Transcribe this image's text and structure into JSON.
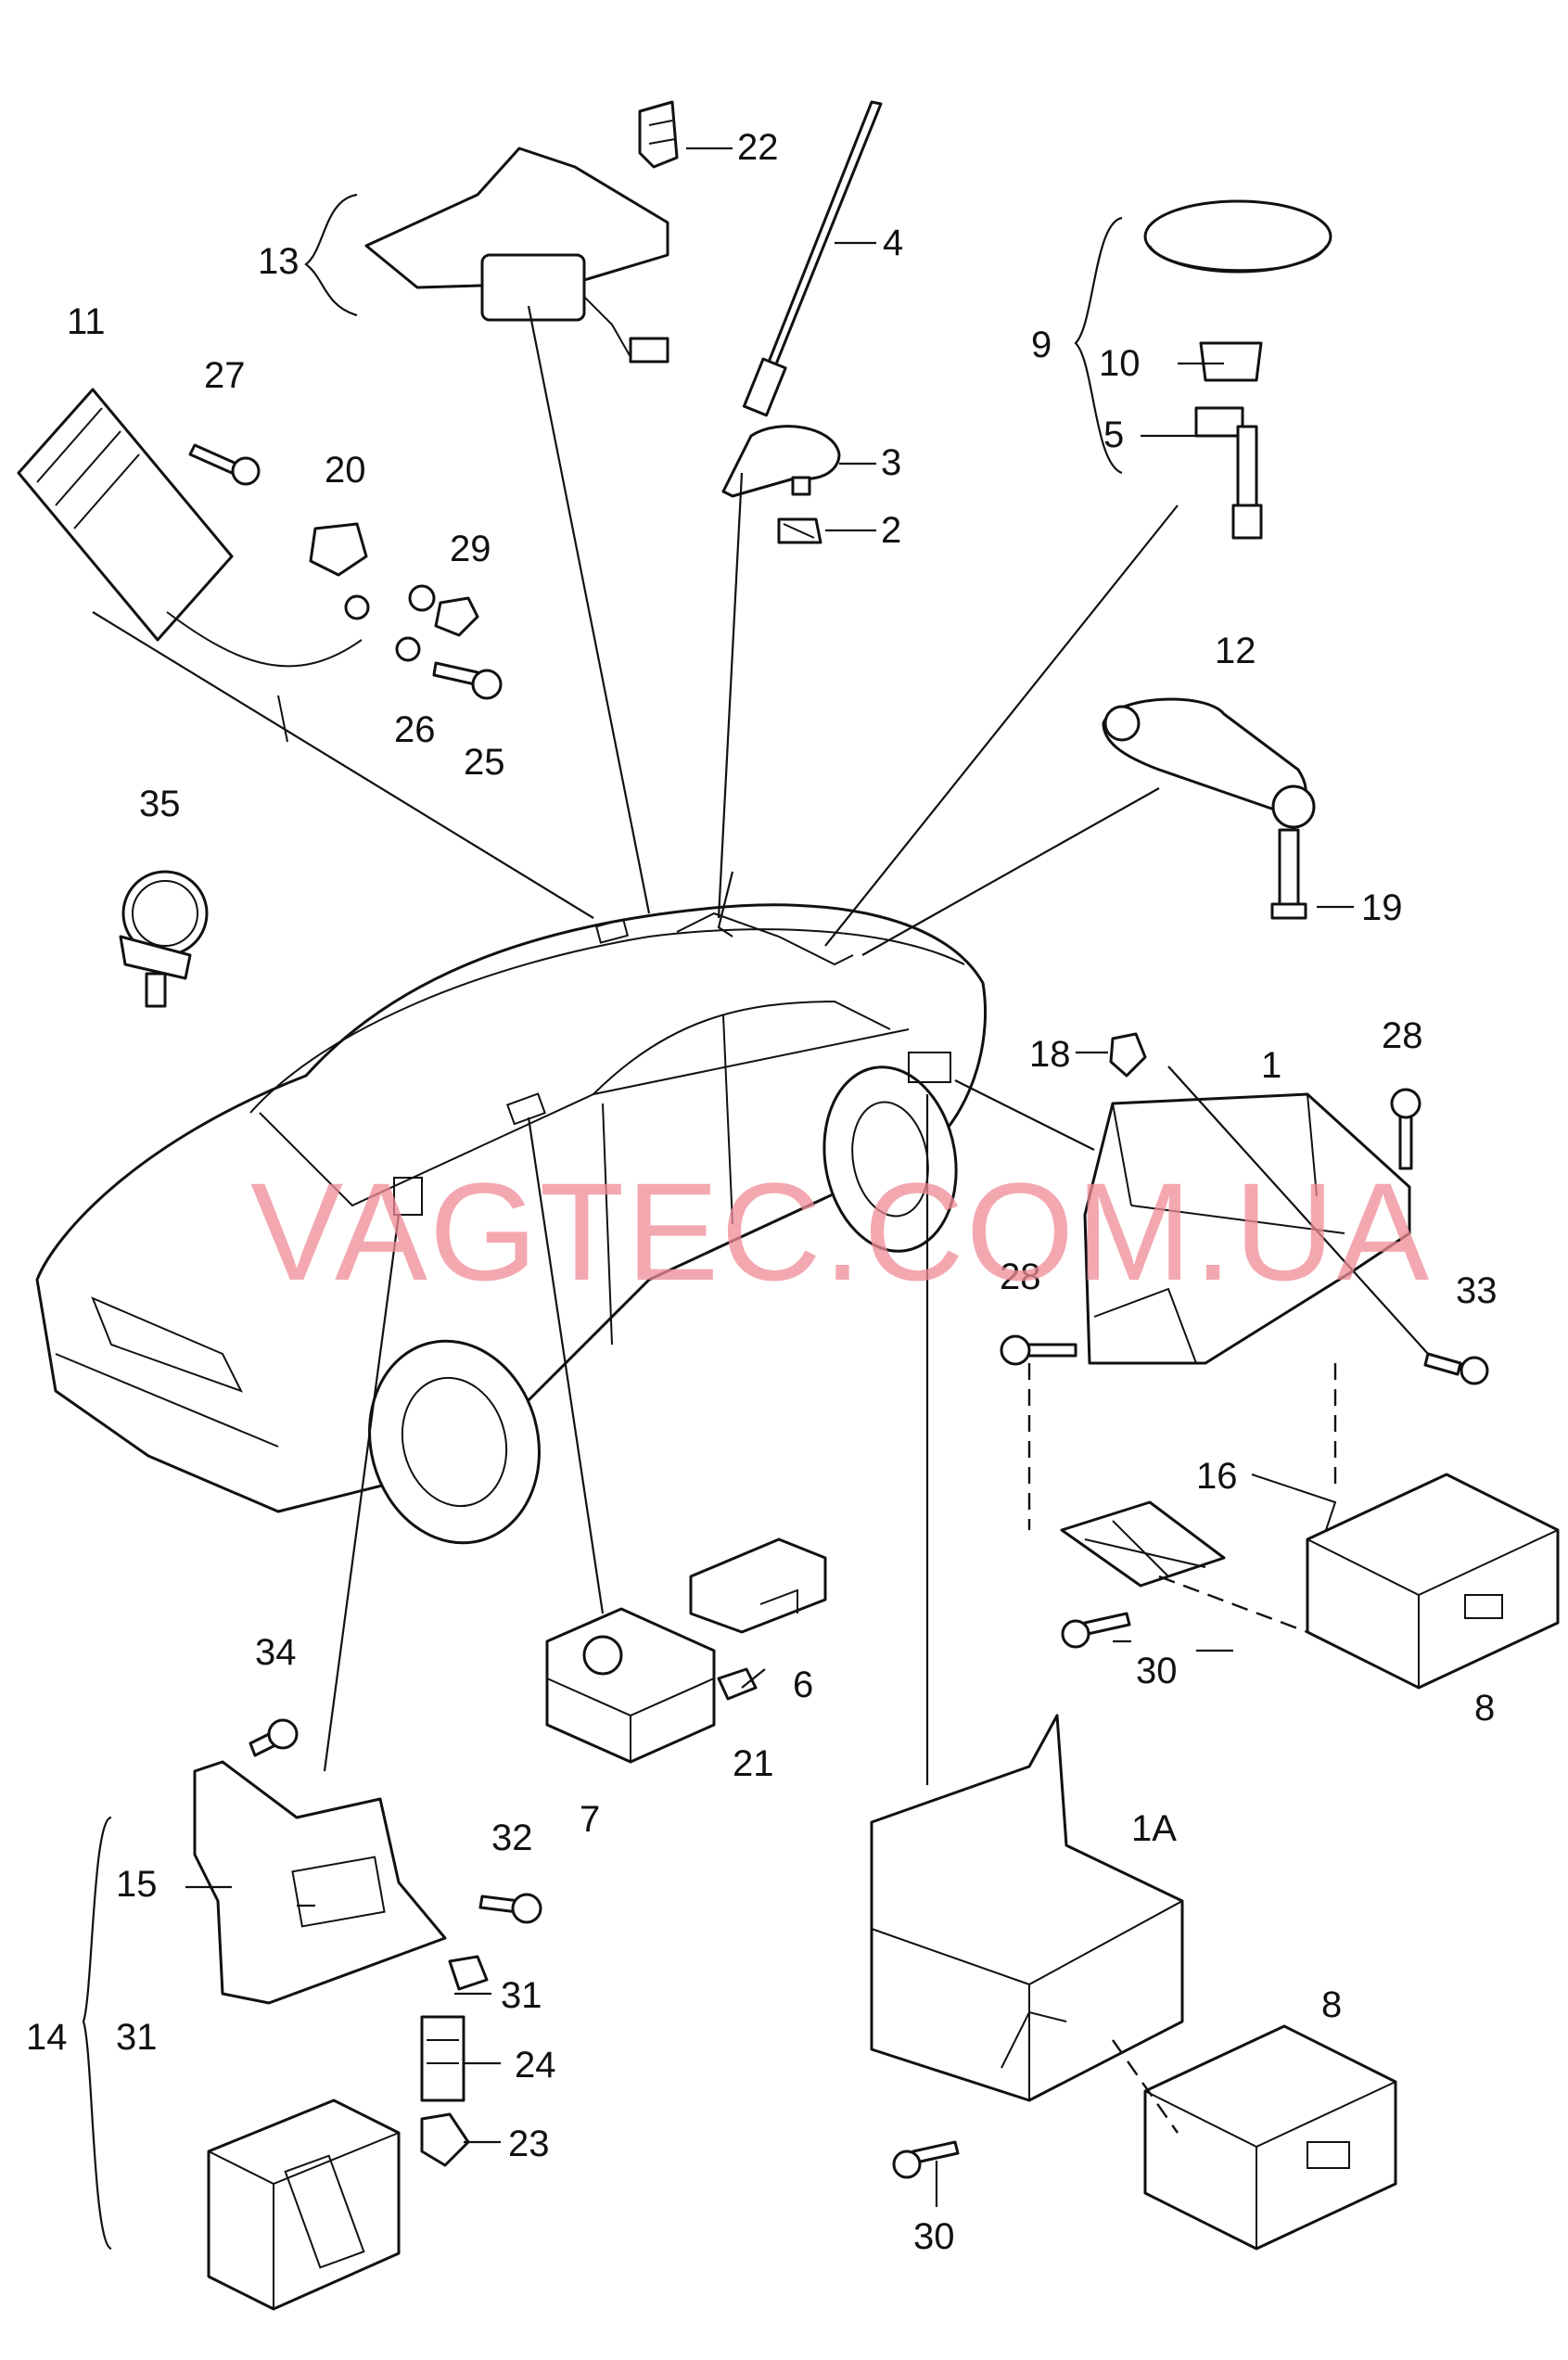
{
  "watermark": "VAGTEC.COM.UA",
  "callouts": {
    "p1": "1",
    "p1a": "1A",
    "p2": "2",
    "p3": "3",
    "p4": "4",
    "p5": "5",
    "p6": "6",
    "p7": "7",
    "p8a": "8",
    "p8b": "8",
    "p9": "9",
    "p10": "10",
    "p11": "11",
    "p12": "12",
    "p13": "13",
    "p14": "14",
    "p15": "15",
    "p16": "16",
    "p18": "18",
    "p19": "19",
    "p20": "20",
    "p21": "21",
    "p22": "22",
    "p23": "23",
    "p24": "24",
    "p25": "25",
    "p26": "26",
    "p27": "27",
    "p28a": "28",
    "p28b": "28",
    "p29": "29",
    "p30a": "30",
    "p30b": "30",
    "p31a": "31",
    "p31b": "31",
    "p32": "32",
    "p33": "33",
    "p34": "34",
    "p35": "35"
  }
}
